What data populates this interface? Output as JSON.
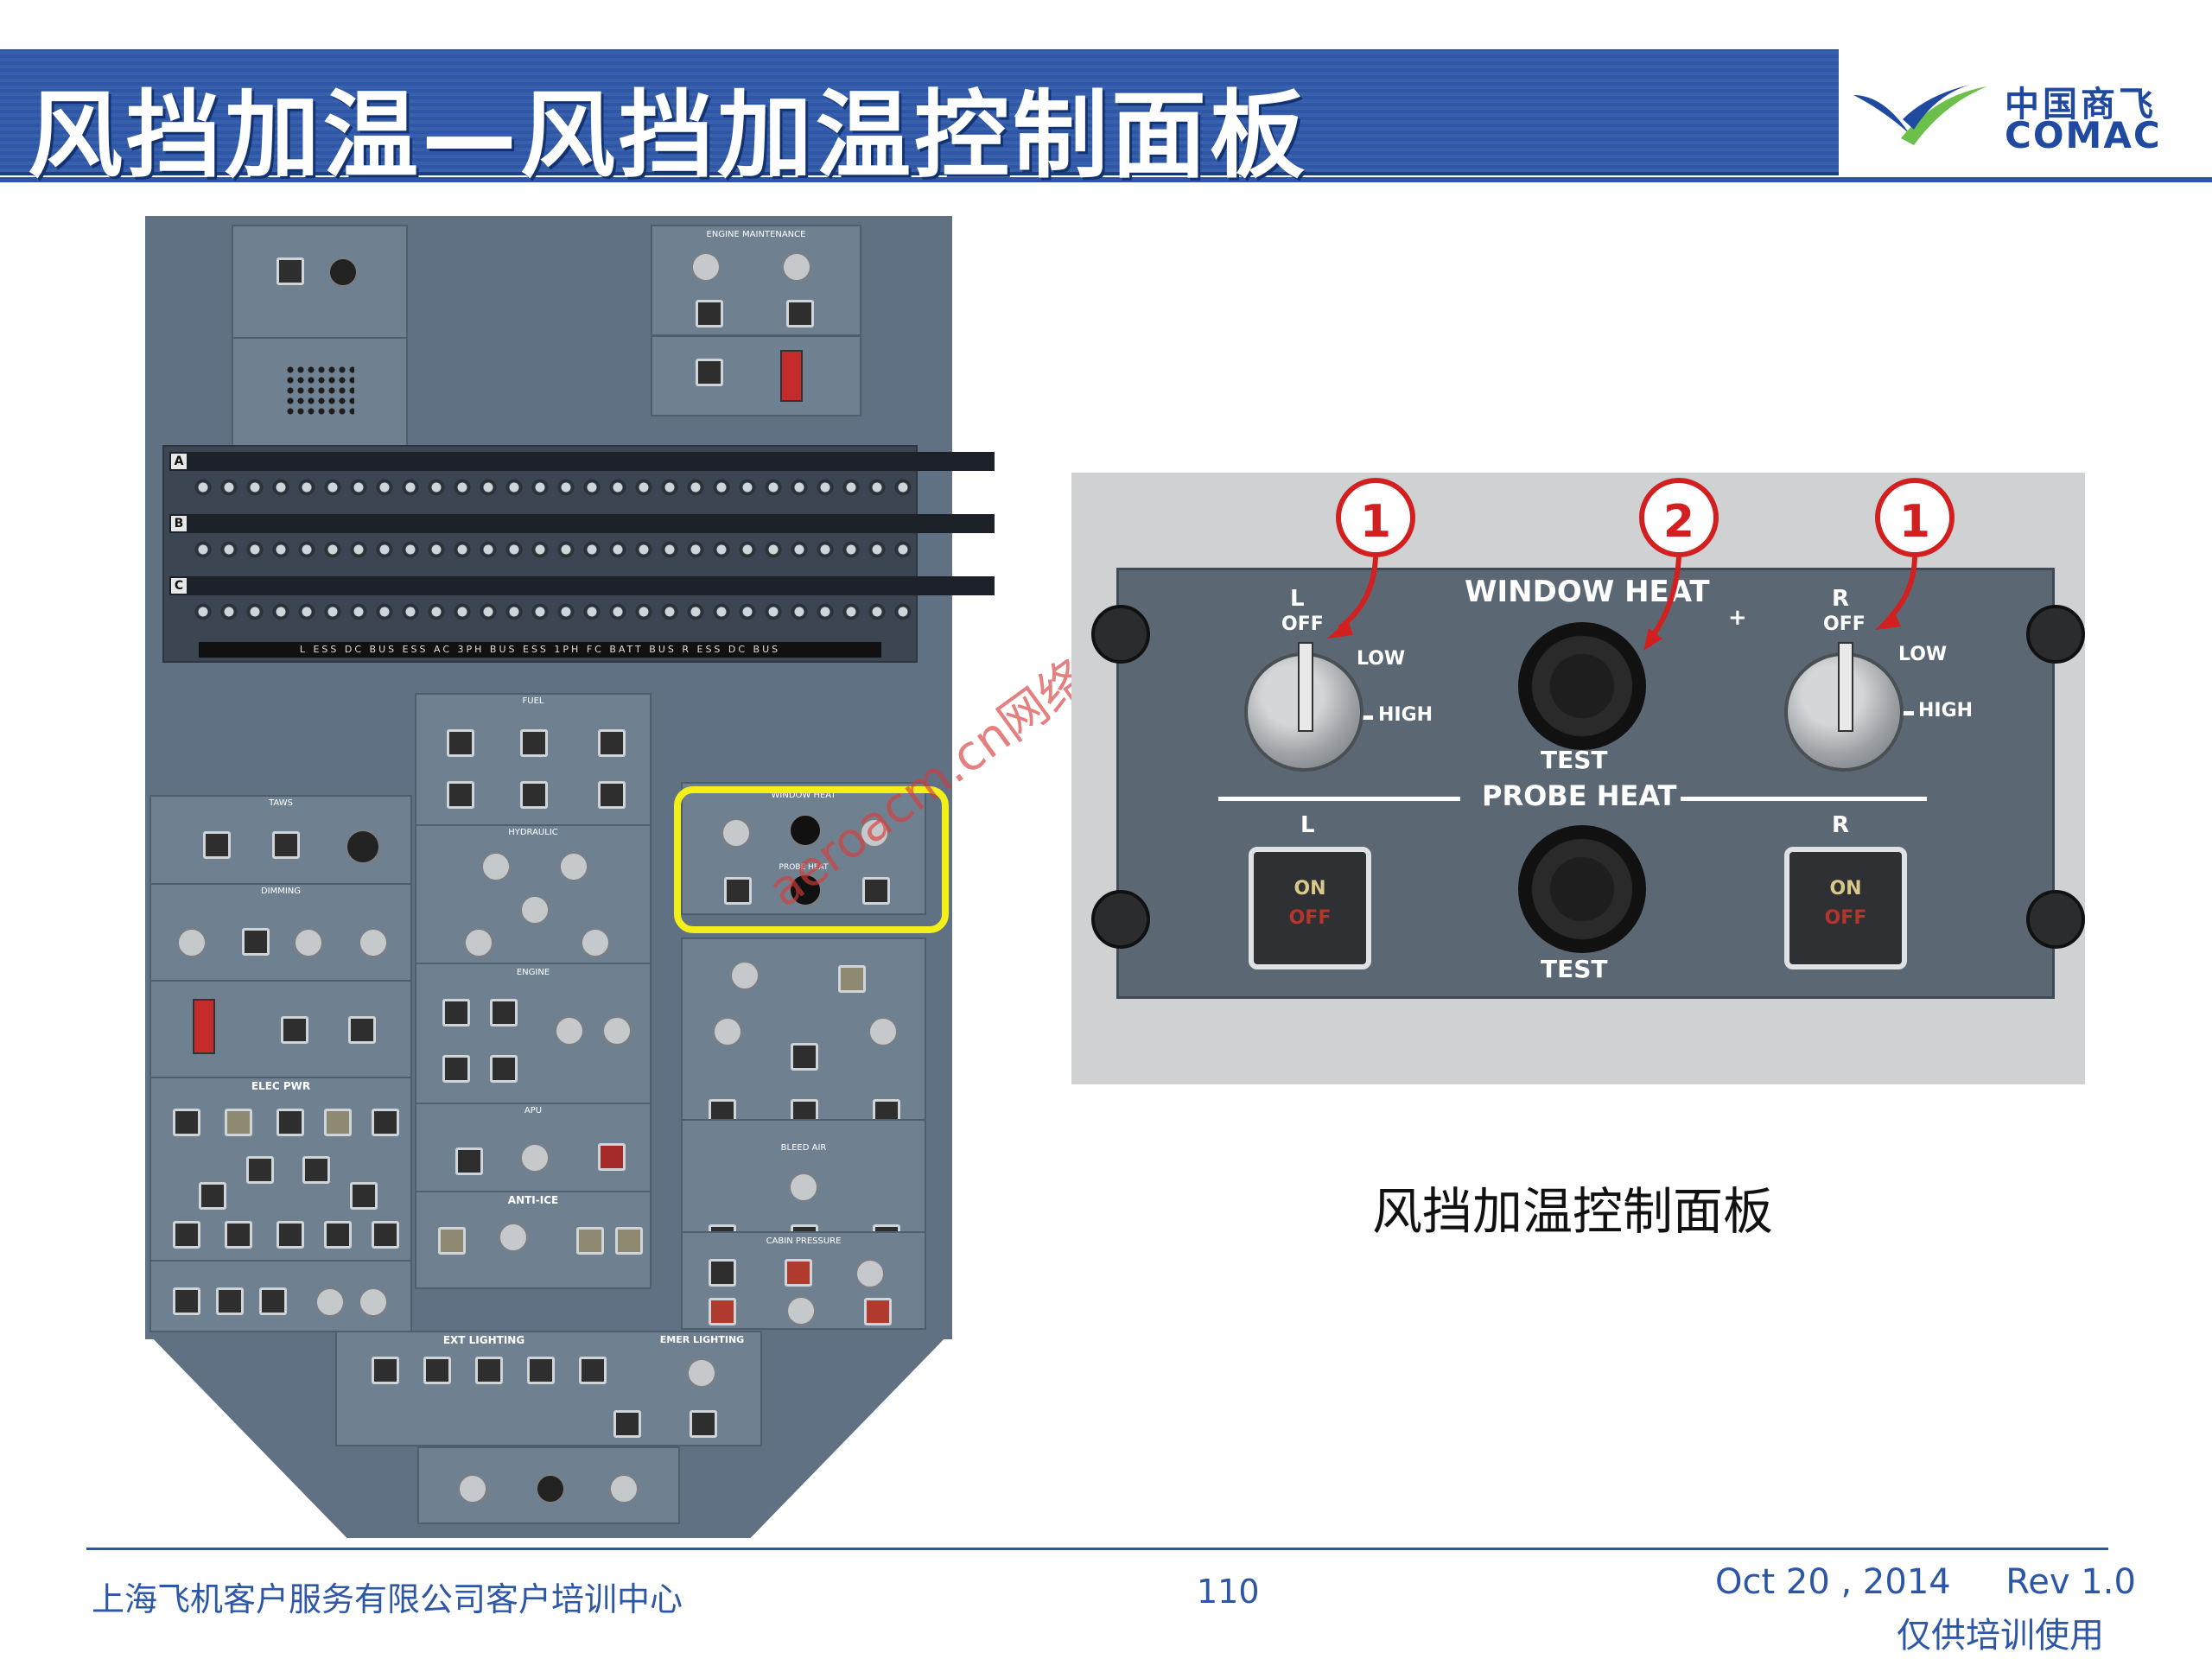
{
  "header": {
    "title": "风挡加温—风挡加温控制面板",
    "logo_cn": "中国商飞",
    "logo_en": "COMAC"
  },
  "overhead_panel": {
    "watermark": "aeroacm.cn网络下载仅供学习",
    "cb_letters": [
      "A",
      "B",
      "C"
    ],
    "bus_labels": "L ESS DC BUS   ESS AC 3PH BUS   ESS 1PH   FC BATT BUS   R ESS DC BUS",
    "sections": {
      "window_heat": "WINDOW HEAT",
      "probe_heat": "PROBE HEAT",
      "elec_pwr": "ELEC PWR",
      "fuel": "FUEL",
      "hydraulic": "HYDRAULIC",
      "engine": "ENGINE",
      "apu": "APU",
      "anti_ice": "ANTI-ICE",
      "ext_lighting": "EXT LIGHTING",
      "emer_lighting": "EMER LIGHTING",
      "bleed_air": "BLEED AIR",
      "cabin_pressure": "CABIN PRESSURE",
      "engine_maintenance": "ENGINE MAINTENANCE",
      "taws": "TAWS",
      "dimming": "DIMMING"
    }
  },
  "detail_panel": {
    "window_heat_label": "WINDOW HEAT",
    "probe_heat_label": "PROBE HEAT",
    "left_label": "L",
    "right_label": "R",
    "off_label": "OFF",
    "low_label": "LOW",
    "high_label": "HIGH",
    "test_label": "TEST",
    "plus": "+",
    "on_label": "ON",
    "off_btn_label": "OFF",
    "callouts": [
      "1",
      "2",
      "1"
    ]
  },
  "caption": "风挡加温控制面板",
  "footer": {
    "company": "上海飞机客户服务有限公司客户培训中心",
    "page": "110",
    "date_rev": "Oct 20 , 2014     Rev 1.0",
    "note": "仅供培训使用"
  },
  "colors": {
    "title_bar": "#2d57a6",
    "highlight": "#f2ef1a",
    "callout_red": "#d22020"
  }
}
